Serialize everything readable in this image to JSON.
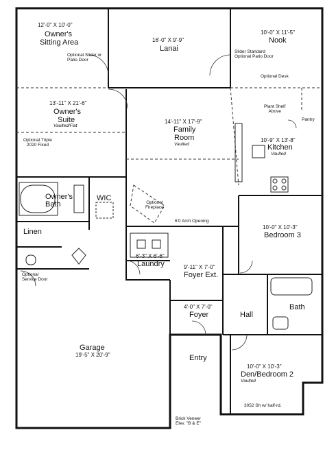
{
  "rooms": {
    "sitting": {
      "dim": "12'-0\" X 10'-0\"",
      "name1": "Owner's",
      "name2": "Sitting Area"
    },
    "lanai": {
      "dim": "16'-0\" X 9'-9\"",
      "name": "Lanai"
    },
    "nook": {
      "dim": "10'-0\" X 11'-5\"",
      "name": "Nook"
    },
    "suite": {
      "dim": "13'-11\" X 21'-6\"",
      "name1": "Owner's",
      "name2": "Suite",
      "sub": "Vaulted/Flat"
    },
    "family": {
      "dim": "14'-11\" X 17'-9\"",
      "name1": "Family",
      "name2": "Room",
      "sub": "Vaulted"
    },
    "kitchen": {
      "dim": "10'-9\" X 13'-8\"",
      "name": "Kitchen",
      "sub": "Vaulted"
    },
    "bath_owner": {
      "name1": "Owner's",
      "name2": "Bath"
    },
    "wic": {
      "name": "WIC"
    },
    "bedroom3": {
      "dim": "10'-0\" X 10'-3\"",
      "name": "Bedroom 3"
    },
    "linen": {
      "name": "Linen"
    },
    "laundry": {
      "dim": "6'-3\" X 6'-6\"",
      "name": "Laundry"
    },
    "foyer_ext": {
      "dim": "9'-11\" X 7'-0\"",
      "name": "Foyer Ext."
    },
    "foyer": {
      "dim": "4'-0\" X 7'-0\"",
      "name": "Foyer"
    },
    "hall": {
      "name": "Hall"
    },
    "bath": {
      "name": "Bath"
    },
    "garage": {
      "name": "Garage",
      "dim": "19'-5\" X 20'-9\""
    },
    "entry": {
      "name": "Entry"
    },
    "den": {
      "dim": "10'-0\" X 10'-3\"",
      "name": "Den/Bedroom 2",
      "sub": "Vaulted"
    }
  },
  "notes": {
    "slider_patio": "Optional Slider or\nPatio Door",
    "slider_standard": "Slider Standard\nOptional Patio Door",
    "optional_desk": "Optional Desk",
    "plant_shelf": "Plant Shelf\nAbove",
    "pantry": "Pantry",
    "optional_triple": "Optional Triple\n2020 Fixed",
    "optional_fireplace": "Optional\nFireplace",
    "arch_opening": "6'0 Arch Opening",
    "optional_service_door": "Optional\nService Door",
    "window_note": "3052 Sh w/ half-rd.",
    "brick_veneer": "Brick Veneer\nElev. \"B & E\""
  }
}
